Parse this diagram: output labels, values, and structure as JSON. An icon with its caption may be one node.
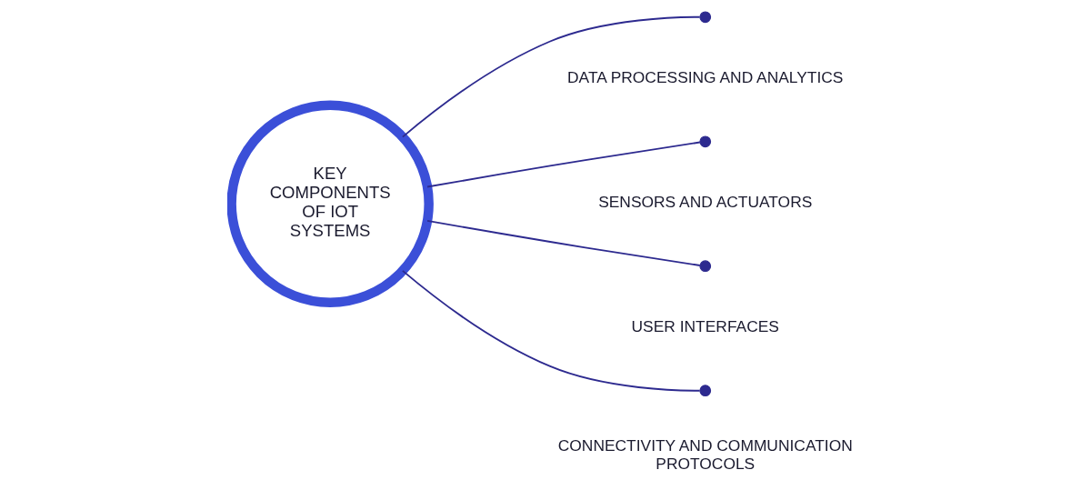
{
  "diagram": {
    "nodes": [
      {
        "text": [
          "KEY COMPONENTS OF IOT SYSTEMS"
        ]
      },
      {
        "text": [],
        "shape": "circle",
        "beside": [
          "DATA PROCESSING AND ANALYTICS"
        ]
      },
      {
        "text": [],
        "shape": "circle",
        "beside": [
          "SENSORS AND ACTUATORS"
        ]
      },
      {
        "text": [],
        "shape": "circle",
        "beside": [
          "USER INTERFACES"
        ]
      },
      {
        "text": [],
        "shape": "circle",
        "beside": [
          "CONNECTIVITY AND COMMUNICATION PROTOCOLS"
        ]
      }
    ],
    "edges": [
      {
        "from": 0,
        "to": 1,
        "arrow": "none"
      },
      {
        "from": 0,
        "to": 2,
        "arrow": "none"
      },
      {
        "from": 0,
        "to": 3,
        "arrow": "none"
      },
      {
        "from": 0,
        "to": 4,
        "arrow": "none"
      }
    ]
  }
}
